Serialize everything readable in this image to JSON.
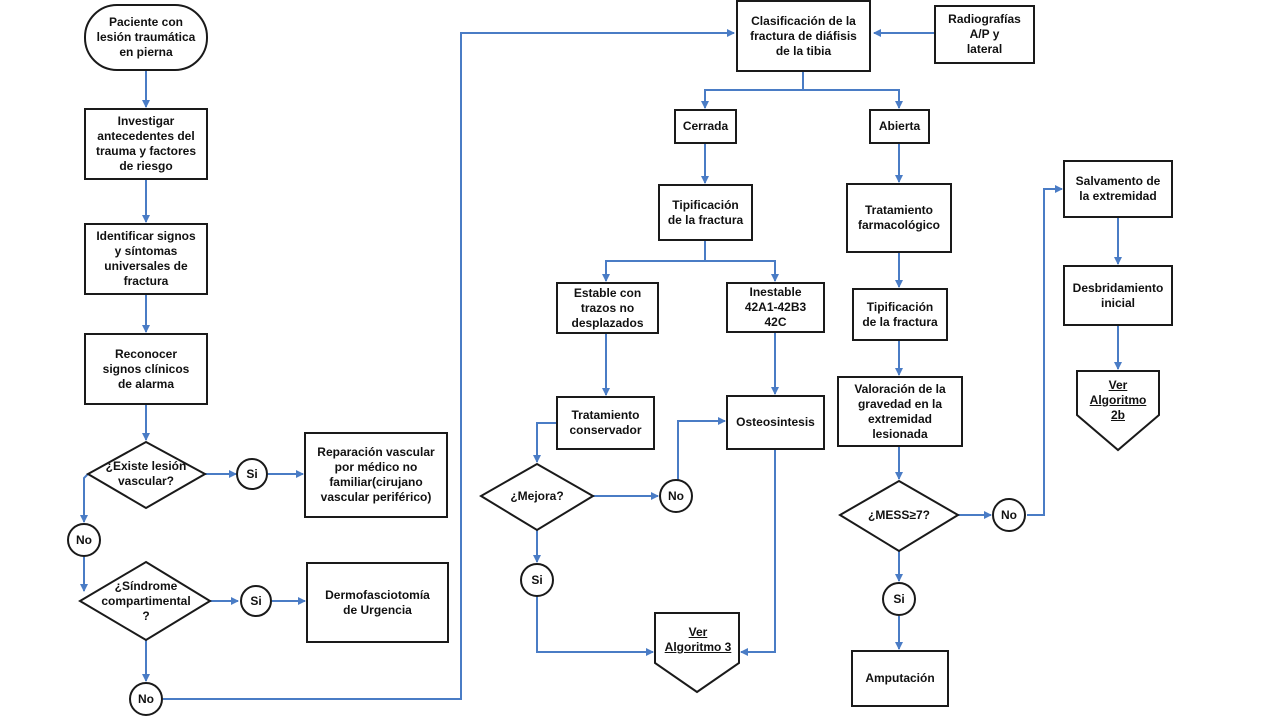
{
  "colors": {
    "arrow": "#4a7cc5",
    "box_border": "#1a1a1a",
    "box_fill": "#ffffff",
    "text": "#111111"
  },
  "nodes": {
    "paciente": "Paciente con\nlesión traumática\nen pierna",
    "investigar": "Investigar\nantecedentes del\ntrauma y factores\nde riesgo",
    "identificar": "Identificar signos\ny síntomas\nuniversales de\nfractura",
    "reconocer": "Reconocer\nsignos clínicos\nde alarma",
    "lesion_vascular": "¿Existe lesión\nvascular?",
    "si_1": "Si",
    "reparacion": "Reparación vascular\npor médico no\nfamiliar(cirujano\nvascular periférico)",
    "no_1": "No",
    "sindrome": "¿Síndrome\ncompartimental\n?",
    "si_2": "Si",
    "dermo": "Dermofasciotomía\nde Urgencia",
    "no_2": "No",
    "clasificacion": "Clasificación de la\nfractura de diáfisis\nde la tibia",
    "radiografias": "Radiografías\nA/P y\nlateral",
    "cerrada": "Cerrada",
    "abierta": "Abierta",
    "tipificacion_1": "Tipificación\nde la fractura",
    "estable": "Estable con\ntrazos no\ndesplazados",
    "inestable": "Inestable\n42A1-42B3\n42C",
    "tratamiento_conservador": "Tratamiento\nconservador",
    "osteosintesis": "Osteosintesis",
    "mejora": "¿Mejora?",
    "no_3": "No",
    "si_3": "Si",
    "ver_algoritmo_3": "Ver\nAlgoritmo 3",
    "tratamiento_farma": "Tratamiento\nfarmacológico",
    "tipificacion_2": "Tipificación\nde la fractura",
    "valoracion": "Valoración de la\ngravedad en la\nextremidad\nlesionada",
    "mess": "¿MESS≥7?",
    "no_4": "No",
    "si_4": "Si",
    "amputacion": "Amputación",
    "salvamento": "Salvamento de\nla extremidad",
    "desbridamiento": "Desbridamiento\ninicial",
    "ver_algoritmo_2b": "Ver\nAlgoritmo\n2b"
  }
}
